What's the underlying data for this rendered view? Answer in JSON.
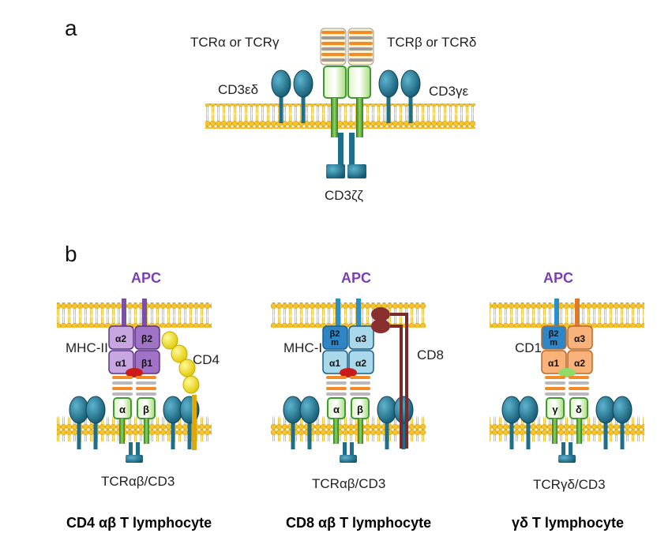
{
  "panel_a": {
    "letter": "a",
    "tcr_left": "TCRα or TCRγ",
    "tcr_right": "TCRβ or TCRδ",
    "cd3_left": "CD3εδ",
    "cd3_right": "CD3γε",
    "cd3_zeta": "CD3ζζ"
  },
  "panel_b": {
    "letter": "b",
    "apc": "APC",
    "cd4": {
      "mhc": "MHC-II",
      "coreceptor": "CD4",
      "domains": [
        "α2",
        "β2",
        "α1",
        "β1"
      ],
      "tcr_chains": [
        "α",
        "β"
      ],
      "tcr_label": "TCRαβ/CD3",
      "caption": "CD4 αβ T lymphocyte"
    },
    "cd8": {
      "mhc": "MHC-I",
      "coreceptor": "CD8",
      "domains": [
        "β2 m",
        "α3",
        "α1",
        "α2"
      ],
      "tcr_chains": [
        "α",
        "β"
      ],
      "tcr_label": "TCRαβ/CD3",
      "caption": "CD8 αβ T lymphocyte"
    },
    "gd": {
      "mhc": "CD1",
      "domains": [
        "β2 m",
        "α3",
        "α1",
        "α2"
      ],
      "tcr_chains": [
        "γ",
        "δ"
      ],
      "tcr_label": "TCRγδ/CD3",
      "caption": "γδ T lymphocyte"
    }
  },
  "colors": {
    "membrane": "#f2b705",
    "cd3": "#1f6f8b",
    "tcr_green": "#3d9b2f",
    "tcr_stripe": "#f28c28",
    "mhc2_purple": "#a173c7",
    "mhc1_blue": "#a8d8ea",
    "cd1_orange": "#f9b27a",
    "cd4_yellow": "#f6e51c",
    "cd8_maroon": "#7a2a2a",
    "apc_text": "#7b3fb0"
  }
}
